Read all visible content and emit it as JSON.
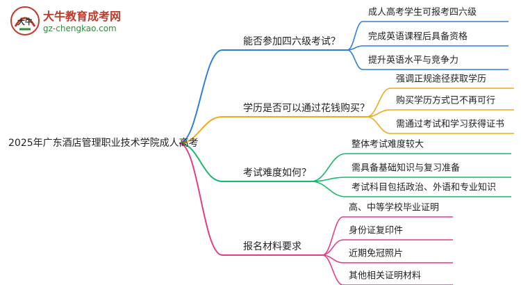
{
  "logo": {
    "title": "大牛教育成考网",
    "url": "gz-chengkao.com",
    "mark_text": "大牛"
  },
  "colors": {
    "blue": "#2f7fd6",
    "orange": "#f0a81c",
    "green": "#18b86a",
    "pink": "#e23d86",
    "text": "#222222"
  },
  "mindmap": {
    "root": "2025年广东酒店管理职业技术学院成人高考",
    "branches": [
      {
        "label": "能否参加四六级考试？",
        "color": "blue",
        "leaves": [
          "成人高考学生可报考四六级",
          "完成英语课程后具备资格",
          "提升英语水平与竞争力"
        ]
      },
      {
        "label": "学历是否可以通过花钱购买？",
        "color": "orange",
        "leaves": [
          "强调正规途径获取学历",
          "购买学历方式已不再可行",
          "需通过考试和学习获得证书"
        ]
      },
      {
        "label": "考试难度如何？",
        "color": "green",
        "leaves": [
          "整体考试难度较大",
          "需具备基础知识与复习准备",
          "考试科目包括政治、外语和专业知识"
        ]
      },
      {
        "label": "报名材料要求",
        "color": "pink",
        "leaves": [
          "高、中等学校毕业证明",
          "身份证复印件",
          "近期免冠照片",
          "其他相关证明材料"
        ]
      }
    ]
  }
}
